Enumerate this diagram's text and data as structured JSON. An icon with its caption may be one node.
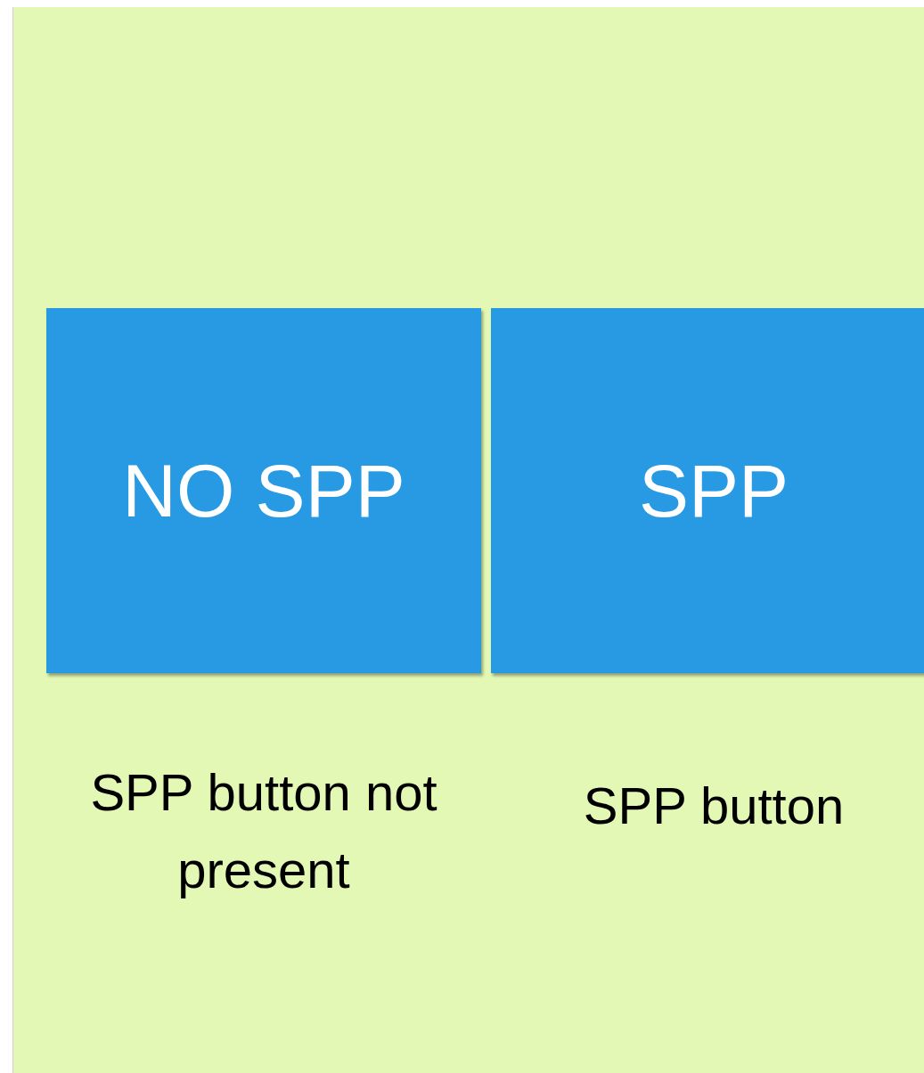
{
  "diagram": {
    "nodes": [
      {
        "text": [
          "NO SPP"
        ],
        "beside": [
          "SPP button not present"
        ]
      },
      {
        "text": [
          "SPP"
        ],
        "beside": [
          "SPP button"
        ]
      }
    ]
  }
}
